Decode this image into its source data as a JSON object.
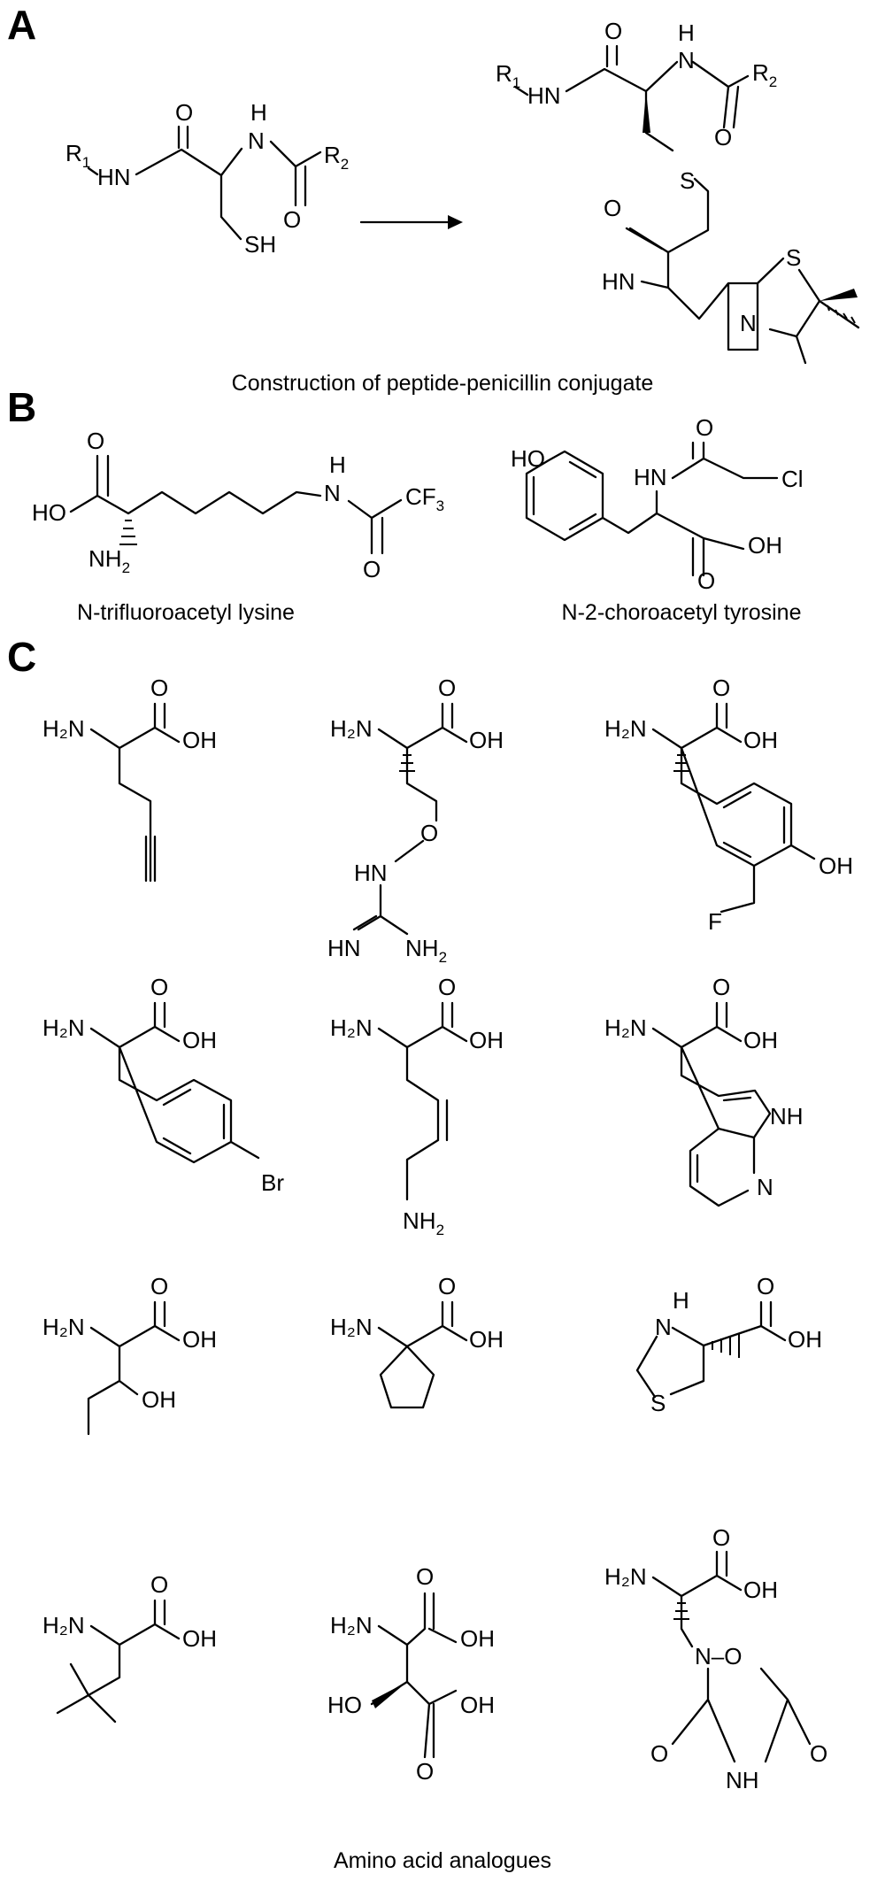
{
  "panels": {
    "a": {
      "letter": "A",
      "caption": "Construction of peptide-penicillin conjugate",
      "reactant": {
        "r1": "R",
        "r1_sub": "1",
        "hn_left": "HN",
        "o_top": "O",
        "n_h": "H",
        "n_label": "N",
        "r2": "R",
        "r2_sub": "2",
        "o_bottom": "O",
        "sh": "SH"
      },
      "product": {
        "r1": "R",
        "r1_sub": "1",
        "hn_left": "HN",
        "o_top": "O",
        "n_h": "H",
        "n_label": "N",
        "r2": "R",
        "r2_sub": "2",
        "o_right": "O",
        "s_thioether": "S",
        "o_amide": "O",
        "hn_amide": "HN",
        "s_ring": "S",
        "n_ring": "N"
      }
    },
    "b": {
      "letter": "B",
      "lysine": {
        "caption": "N-trifluoroacetyl lysine",
        "o_top": "O",
        "ho": "HO",
        "nh2": "NH",
        "nh2_sub": "2",
        "n_h": "H",
        "n_label": "N",
        "cf3": "CF",
        "cf3_sub": "3",
        "o_bottom": "O"
      },
      "tyrosine": {
        "caption": "N-2-choroacetyl tyrosine",
        "ho": "HO",
        "o_top": "O",
        "hn": "HN",
        "cl": "Cl",
        "o_acid": "O",
        "oh": "OH"
      }
    },
    "c": {
      "letter": "C",
      "caption": "Amino acid analogues",
      "m1": {
        "h2n": "H₂N",
        "o": "O",
        "oh": "OH"
      },
      "m2": {
        "h2n": "H₂N",
        "o": "O",
        "oh": "OH",
        "o_ether": "O",
        "hn": "HN",
        "hn_imine": "HN",
        "nh2": "NH",
        "nh2_sub": "2"
      },
      "m3": {
        "h2n": "H₂N",
        "o": "O",
        "oh": "OH",
        "oh_ring": "OH",
        "f": "F"
      },
      "m4": {
        "h2n": "H₂N",
        "o": "O",
        "oh": "OH",
        "br": "Br"
      },
      "m5": {
        "h2n": "H₂N",
        "o": "O",
        "oh": "OH",
        "nh2": "NH",
        "nh2_sub": "2"
      },
      "m6": {
        "h2n": "H₂N",
        "o": "O",
        "oh": "OH",
        "nh": "NH",
        "n": "N"
      },
      "m7": {
        "h2n": "H₂N",
        "o": "O",
        "oh": "OH",
        "oh_side": "OH"
      },
      "m8": {
        "h2n": "H₂N",
        "o": "O",
        "oh": "OH"
      },
      "m9": {
        "h": "H",
        "n": "N",
        "o": "O",
        "oh": "OH",
        "s": "S"
      },
      "m10": {
        "h2n": "H₂N",
        "o": "O",
        "oh": "OH"
      },
      "m11": {
        "h2n": "H₂N",
        "o": "O",
        "oh": "OH",
        "ho": "HO",
        "o2": "O",
        "oh2": "OH"
      },
      "m12": {
        "h2n": "H₂N",
        "o": "O",
        "oh": "OH",
        "n_o": "N–O",
        "o_left": "O",
        "o_right": "O",
        "nh": "NH"
      }
    }
  }
}
